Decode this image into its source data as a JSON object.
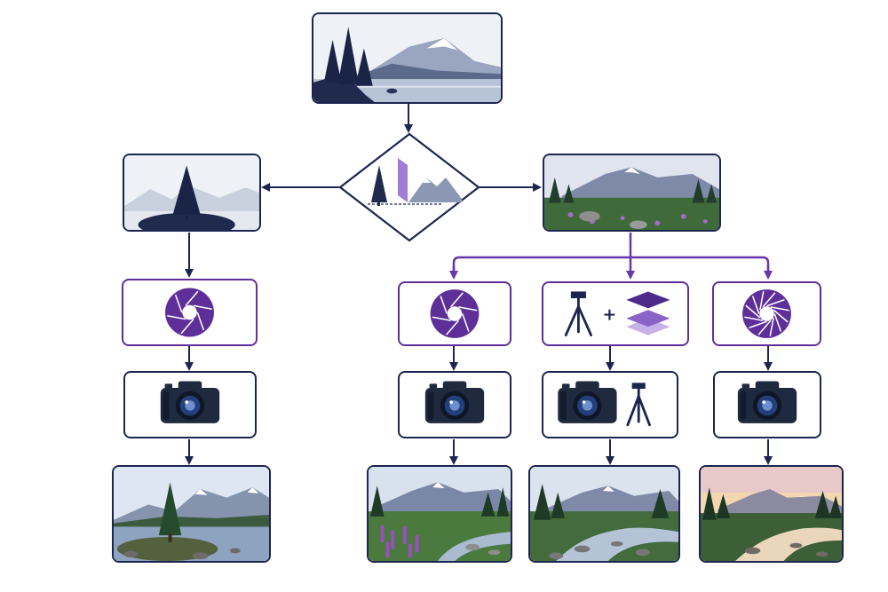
{
  "diagram": {
    "title": "",
    "colors": {
      "line": "#1c2550",
      "branch_line": "#6a36a8",
      "accent": "#5e2f99",
      "sky": "#e9edf4",
      "mountain": "#7c89a8",
      "water": "#9fb0c9",
      "meadow": "#3f6b3a",
      "flowers": "#9b5bbf",
      "sunset": "#f3c487"
    },
    "nodes": [
      {
        "id": "source-scene",
        "icon": "landscape-scene",
        "kind": "image"
      },
      {
        "id": "decision",
        "icon": "tree-mountain-split-icon",
        "kind": "decision"
      },
      {
        "id": "left-subject",
        "icon": "lone-tree-on-rock",
        "kind": "image"
      },
      {
        "id": "right-subject",
        "icon": "meadow-wildflowers",
        "kind": "image"
      },
      {
        "id": "left-aperture",
        "icon": "aperture-icon",
        "kind": "setting"
      },
      {
        "id": "right-aperture-a",
        "icon": "aperture-icon",
        "kind": "setting"
      },
      {
        "id": "right-tripod-stack",
        "icon": "tripod-plus-layers-icon",
        "kind": "setting"
      },
      {
        "id": "right-aperture-c",
        "icon": "aperture-icon",
        "kind": "setting"
      },
      {
        "id": "left-camera",
        "icon": "camera-icon",
        "kind": "action"
      },
      {
        "id": "right-camera-a",
        "icon": "camera-icon",
        "kind": "action"
      },
      {
        "id": "right-camera-tripod",
        "icon": "camera-with-tripod-icon",
        "kind": "action"
      },
      {
        "id": "right-camera-c",
        "icon": "camera-icon",
        "kind": "action"
      },
      {
        "id": "result-lone-tree",
        "icon": "lake-tree-photo",
        "kind": "result"
      },
      {
        "id": "result-wildflowers",
        "icon": "lupine-stream-photo",
        "kind": "result"
      },
      {
        "id": "result-stream",
        "icon": "rocky-stream-photo",
        "kind": "result"
      },
      {
        "id": "result-sunset",
        "icon": "sunset-stream-photo",
        "kind": "result"
      }
    ],
    "edges": [
      [
        "source-scene",
        "decision"
      ],
      [
        "decision",
        "left-subject"
      ],
      [
        "decision",
        "right-subject"
      ],
      [
        "left-subject",
        "left-aperture"
      ],
      [
        "right-subject",
        "right-aperture-a"
      ],
      [
        "right-subject",
        "right-tripod-stack"
      ],
      [
        "right-subject",
        "right-aperture-c"
      ],
      [
        "left-aperture",
        "left-camera"
      ],
      [
        "right-aperture-a",
        "right-camera-a"
      ],
      [
        "right-tripod-stack",
        "right-camera-tripod"
      ],
      [
        "right-aperture-c",
        "right-camera-c"
      ],
      [
        "left-camera",
        "result-lone-tree"
      ],
      [
        "right-camera-a",
        "result-wildflowers"
      ],
      [
        "right-camera-tripod",
        "result-stream"
      ],
      [
        "right-camera-c",
        "result-sunset"
      ]
    ],
    "plus_sign": "+"
  }
}
